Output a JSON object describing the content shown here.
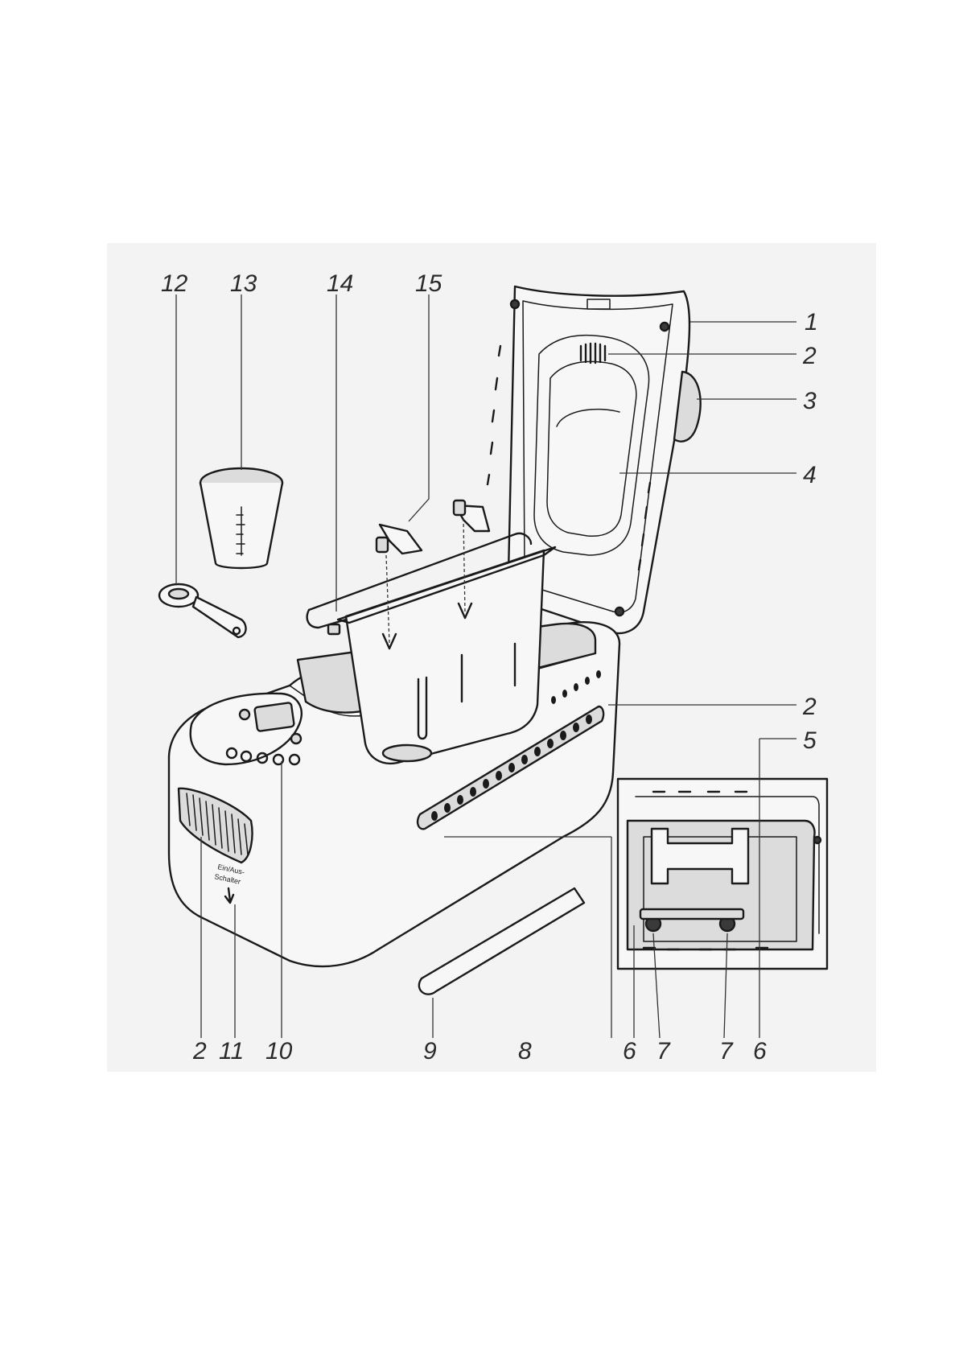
{
  "callouts": {
    "c1": "1",
    "c2_top": "2",
    "c3": "3",
    "c4": "4",
    "c2_mid": "2",
    "c5": "5",
    "c12": "12",
    "c13": "13",
    "c14": "14",
    "c15": "15",
    "b2": "2",
    "b11": "11",
    "b10": "10",
    "b9": "9",
    "b8": "8",
    "b6a": "6",
    "b7a": "7",
    "b7b": "7",
    "b6b": "6"
  },
  "device_text": {
    "switch_label_line1": "Ein/Aus-",
    "switch_label_line2": "Schalter"
  }
}
